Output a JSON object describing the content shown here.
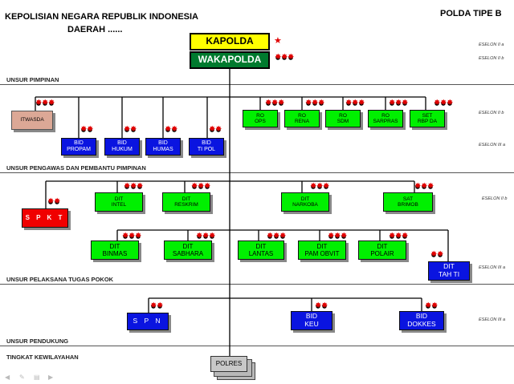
{
  "header": {
    "title_line1": "KEPOLISIAN NEGARA REPUBLIK INDONESIA",
    "title_line2": "DAERAH ......",
    "type_label": "POLDA TIPE B"
  },
  "sections": {
    "pimpinan": "UNSUR PIMPINAN",
    "pengawas": "UNSUR PENGAWAS DAN PEMBANTU PIMPINAN",
    "pelaksana": "UNSUR PELAKSANA TUGAS POKOK",
    "pendukung": "UNSUR PENDUKUNG",
    "kewilayahan": "TINGKAT KEWILAYAHAN"
  },
  "eselon": {
    "e1": "ESELON II a",
    "e2": "ESELON II b",
    "e3": "ESELON II b",
    "e4": "ESELON III a",
    "e5": "ESELON II b",
    "e6": "ESELON III a",
    "e7": "ESELON III a"
  },
  "leaders": {
    "kapolda": "KAPOLDA",
    "wakapolda": "WAKAPOLDA"
  },
  "pembantu": {
    "itwasda": "ITWASDA",
    "bid_propam": [
      "BID",
      "PROPAM"
    ],
    "bid_hukum": [
      "BID",
      "HUKUM"
    ],
    "bid_humas": [
      "BID",
      "HUMAS"
    ],
    "bid_tipol": [
      "BID",
      "TI POL"
    ],
    "ro_ops": [
      "RO",
      "OPS"
    ],
    "ro_rena": [
      "RO",
      "RENA"
    ],
    "ro_sdm": [
      "RO",
      "SDM"
    ],
    "ro_sarpras": [
      "RO",
      "SARPRAS"
    ],
    "set_rbpda": [
      "SET",
      "RBP DA"
    ]
  },
  "pelaksana": {
    "spkt": "S P K T",
    "dit_intel": [
      "DIT",
      "INTEL"
    ],
    "dit_reskrim": [
      "DIT",
      "RESKRIM"
    ],
    "dit_narkoba": [
      "DIT",
      "NARKOBA"
    ],
    "sat_brimob": [
      "SAT",
      "BRIMOB"
    ],
    "dit_binmas": [
      "DIT",
      "BINMAS"
    ],
    "dit_sabhara": [
      "DIT",
      "SABHARA"
    ],
    "dit_lantas": [
      "DIT",
      "LANTAS"
    ],
    "dit_pamobvit": [
      "DIT",
      "PAM OBVIT"
    ],
    "dit_polair": [
      "DIT",
      "POLAIR"
    ],
    "dit_tahti": [
      "DIT",
      "TAH TI"
    ]
  },
  "pendukung": {
    "spn": "S P N",
    "bid_keu": [
      "BID",
      "KEU"
    ],
    "bid_dokkes": [
      "BID",
      "DOKKES"
    ]
  },
  "kewilayahan": {
    "polres": "POLRES"
  },
  "colors": {
    "green": "#00f000",
    "blue": "#0a14e0",
    "red": "#f00000",
    "yellow": "#ffff00",
    "dark_green": "#007a2e",
    "gray": "#dca896"
  }
}
